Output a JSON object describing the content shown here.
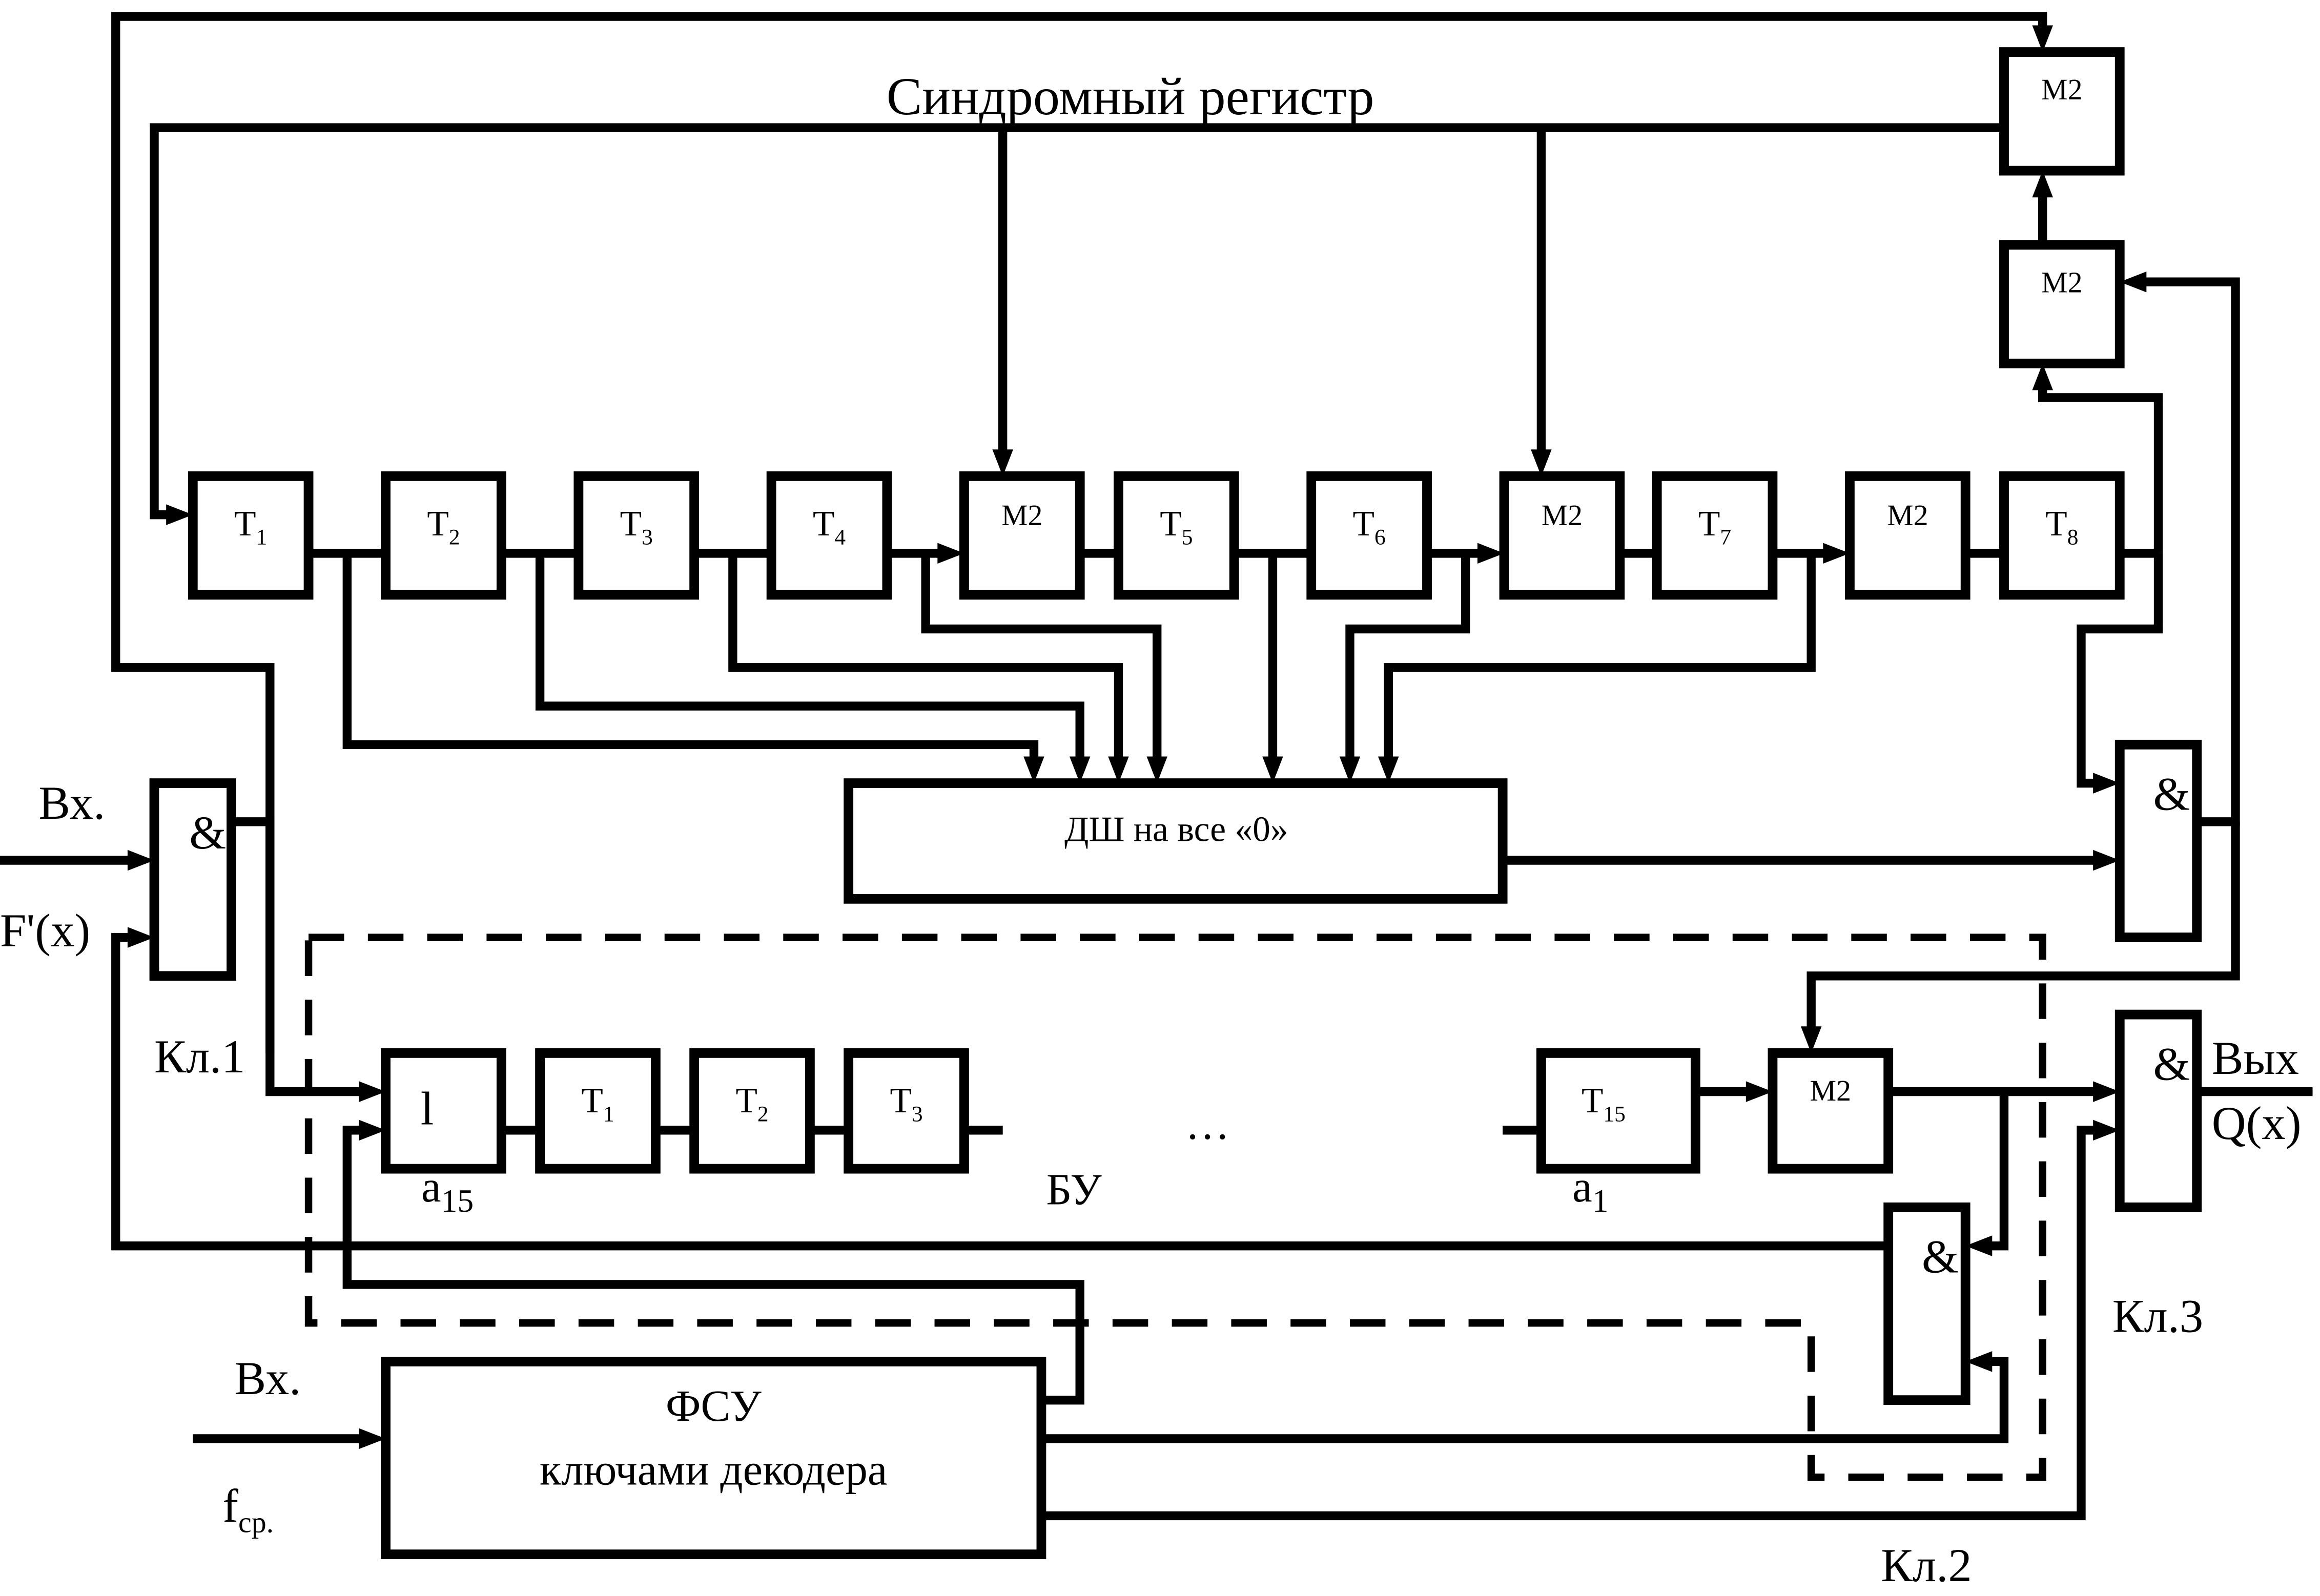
{
  "title": "Синдромный регистр",
  "syndrome": {
    "t1": {
      "base": "Т",
      "sub": "1"
    },
    "t2": {
      "base": "Т",
      "sub": "2"
    },
    "t3": {
      "base": "Т",
      "sub": "3"
    },
    "t4": {
      "base": "Т",
      "sub": "4"
    },
    "m2a": "М2",
    "t5": {
      "base": "Т",
      "sub": "5"
    },
    "t6": {
      "base": "Т",
      "sub": "6"
    },
    "m2b": "М2",
    "t7": {
      "base": "Т",
      "sub": "7"
    },
    "m2c": "М2",
    "t8": {
      "base": "Т",
      "sub": "8"
    }
  },
  "top_right": {
    "m2_top": "М2",
    "m2_mid": "М2"
  },
  "decoder": {
    "label": "ДШ на все «0»"
  },
  "and_gates": {
    "key1": "&",
    "right": "&",
    "output": "&",
    "feedback": "&"
  },
  "buffer": {
    "first_cell": "l",
    "t1": {
      "base": "Т",
      "sub": "1"
    },
    "t2": {
      "base": "Т",
      "sub": "2"
    },
    "t3": {
      "base": "Т",
      "sub": "3"
    },
    "t15": {
      "base": "Т",
      "sub": "15"
    },
    "m2": "М2",
    "ellipsis": "…",
    "name": "БУ",
    "a15": {
      "base": "a",
      "sub": "15"
    },
    "a1": {
      "base": "a",
      "sub": "1"
    }
  },
  "fsu": {
    "line1": "ФСУ",
    "line2": "ключами декодера"
  },
  "labels": {
    "input_top": "Вх.",
    "input_signal": "F'(x)",
    "key1": "Кл.1",
    "key2": "Кл.2",
    "key3": "Кл.3",
    "output_top": "Вых",
    "output_signal": "Q(x)",
    "input_bottom": "Вх.",
    "clock": {
      "base": "f",
      "sub": "ср."
    }
  }
}
